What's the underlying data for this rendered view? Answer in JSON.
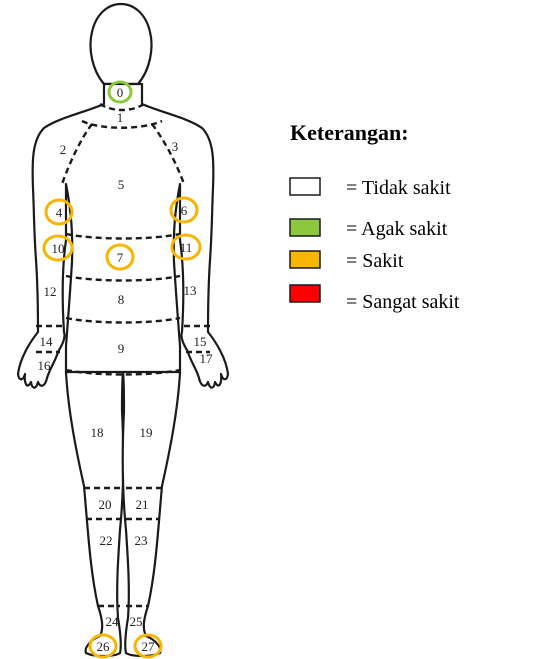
{
  "colors": {
    "agak_sakit": "#8dc63f",
    "sakit": "#f7b500",
    "sangat_sakit": "#ff0000",
    "tidak_sakit": "#ffffff",
    "outline": "#1a1a1a"
  },
  "zones": [
    "0",
    "1",
    "2",
    "3",
    "4",
    "5",
    "6",
    "7",
    "8",
    "9",
    "10",
    "11",
    "12",
    "13",
    "14",
    "15",
    "16",
    "17",
    "18",
    "19",
    "20",
    "21",
    "22",
    "23",
    "24",
    "25",
    "26",
    "27"
  ],
  "marked_zones": {
    "agak_sakit": [
      "0"
    ],
    "sakit": [
      "4",
      "6",
      "7",
      "10",
      "11",
      "26",
      "27"
    ]
  },
  "legend": {
    "title": "Keterangan:",
    "items": [
      {
        "label": "= Tidak sakit",
        "color": "#ffffff"
      },
      {
        "label": "= Agak sakit",
        "color": "#8dc63f"
      },
      {
        "label": "= Sakit",
        "color": "#f7b500"
      },
      {
        "label": "= Sangat sakit",
        "color": "#ff0000"
      }
    ]
  }
}
